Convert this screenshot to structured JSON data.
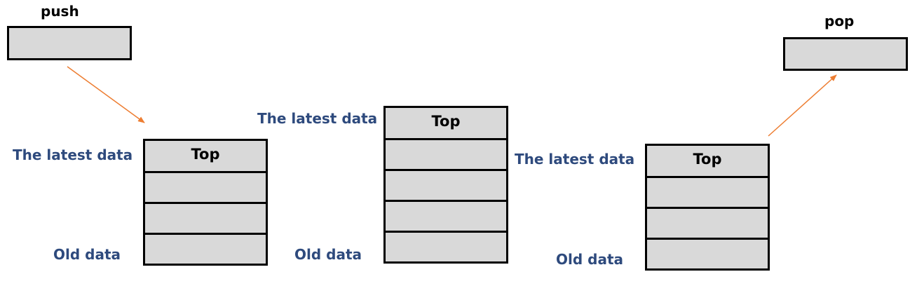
{
  "push": {
    "label": "push"
  },
  "pop": {
    "label": "pop"
  },
  "stacks": [
    {
      "top_label": "Top",
      "latest_label": "The latest data",
      "old_label": "Old data"
    },
    {
      "top_label": "Top",
      "latest_label": "The latest data",
      "old_label": "Old data"
    },
    {
      "top_label": "Top",
      "latest_label": "The latest data",
      "old_label": "Old data"
    }
  ],
  "colors": {
    "arrow": "#ed7d31",
    "label": "#2e4a7d",
    "cell_fill": "#d9d9d9",
    "border": "#000000"
  }
}
